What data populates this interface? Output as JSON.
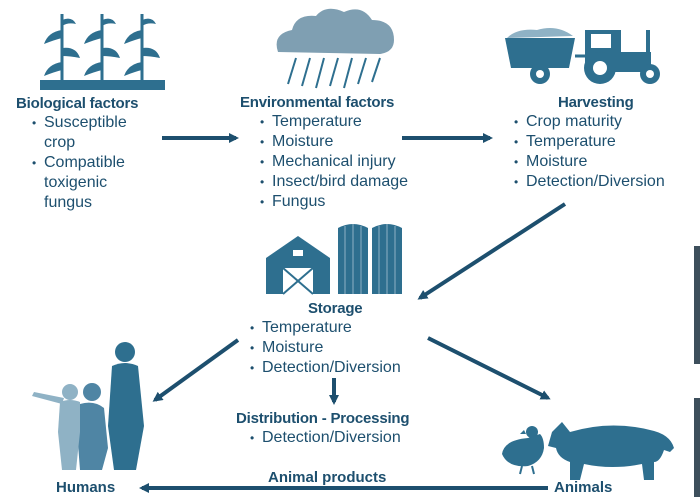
{
  "colors": {
    "primary": "#1d4f6e",
    "accent": "#2e6f8f",
    "light": "#8fb2c5"
  },
  "nodes": {
    "biological": {
      "heading": "Biological factors",
      "items": [
        "Susceptible\ncrop",
        "Compatible\ntoxigenic\nfungus"
      ],
      "icon": "corn-plant-icon"
    },
    "environmental": {
      "heading": "Environmental factors",
      "items": [
        "Temperature",
        "Moisture",
        "Mechanical injury",
        "Insect/bird damage",
        "Fungus"
      ],
      "icon": "rain-cloud-icon"
    },
    "harvesting": {
      "heading": "Harvesting",
      "items": [
        "Crop maturity",
        "Temperature",
        "Moisture",
        "Detection/Diversion"
      ],
      "icon": "tractor-icon"
    },
    "storage": {
      "heading": "Storage",
      "items": [
        "Temperature",
        "Moisture",
        "Detection/Diversion"
      ],
      "icon": "barn-silo-icon"
    },
    "distribution": {
      "heading": "Distribution - Processing",
      "items": [
        "Detection/Diversion"
      ]
    },
    "humans": {
      "label": "Humans",
      "icon": "people-silhouette-icon"
    },
    "animals": {
      "label": "Animals",
      "icon": "chicken-pig-icon"
    }
  },
  "edges": {
    "animal_products": "Animal products"
  },
  "bullet": "•"
}
